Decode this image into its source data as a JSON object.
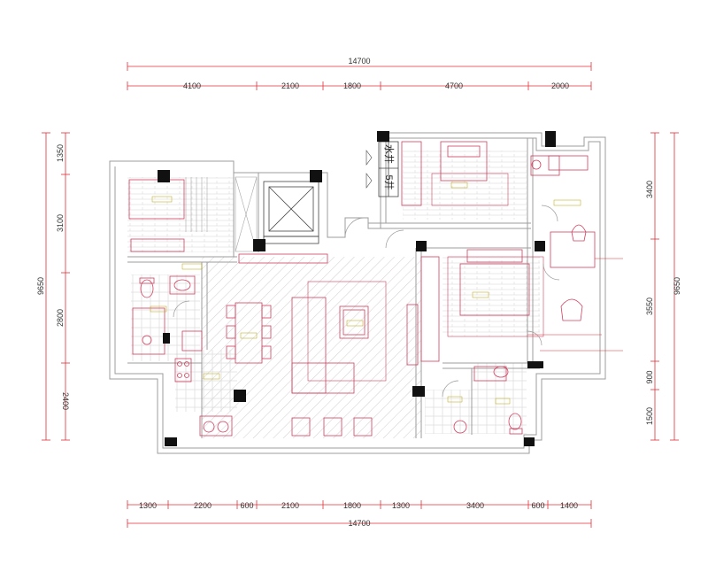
{
  "colors": {
    "dimension_line": "#e0303a",
    "wall": "#a0a0a0",
    "furniture": "#d04060",
    "column": "#111111",
    "room_label": "#b9a400",
    "floor_hatch": "#c8c8c8",
    "text": "#333333"
  },
  "dimensions": {
    "top_total": "14700",
    "top_segments": [
      "4100",
      "2100",
      "1800",
      "4700",
      "2000"
    ],
    "bottom_segments": [
      "1300",
      "2200",
      "600",
      "2100",
      "1800",
      "1300",
      "3400",
      "600",
      "1400"
    ],
    "bottom_total": "14700",
    "left_total": "9650",
    "left_segments": [
      "1350",
      "3100",
      "2800",
      "2400"
    ],
    "right_total": "9650",
    "right_segments": [
      "3400",
      "3550",
      "900",
      "1500"
    ]
  },
  "shaft_labels": [
    "5井",
    "水井"
  ]
}
